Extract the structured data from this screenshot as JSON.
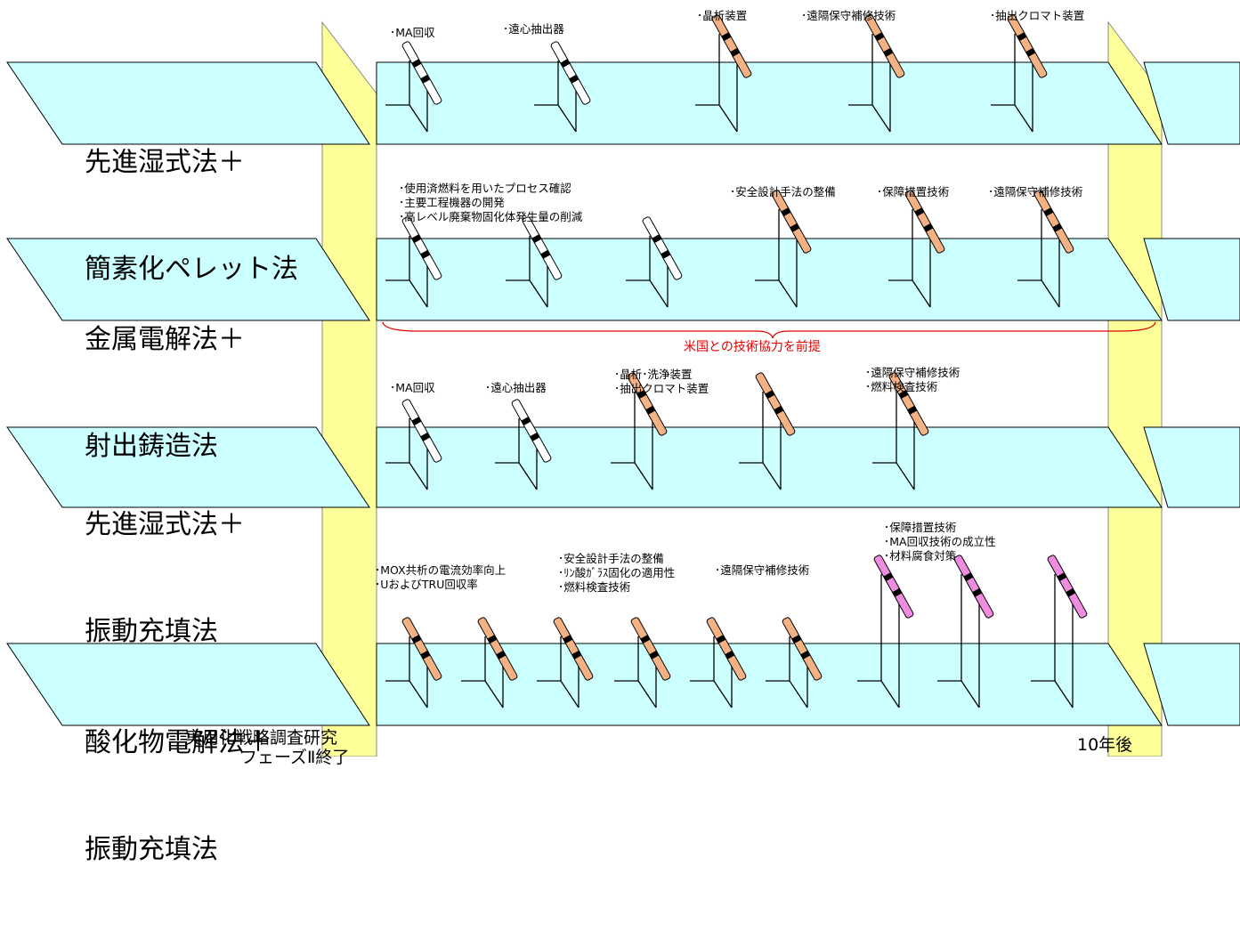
{
  "colors": {
    "lane_fill": "#ccffff",
    "pillar_fill": "#ffff99",
    "bar_white": "#ffffff",
    "bar_orange": "#f4b183",
    "bar_pink": "#f08ce0",
    "cooperation_text": "#e00000"
  },
  "lanes": [
    {
      "title": [
        "先進湿式法＋",
        "簡素化ペレット法"
      ],
      "notes": [
        [
          "･MA回収"
        ],
        [
          "･遠心抽出器"
        ],
        [
          "･晶析装置"
        ],
        [
          "･遠隔保守補修技術"
        ],
        [
          "･抽出クロマト装置"
        ]
      ],
      "hurdles": [
        "white",
        "white",
        "orange",
        "orange",
        "orange"
      ]
    },
    {
      "title": [
        "金属電解法＋",
        "射出鋳造法"
      ],
      "notes": [
        [
          "･使用済燃料を用いたプロセス確認",
          "･主要工程機器の開発",
          "･高レベル廃棄物固化体発生量の削減"
        ],
        [
          "･安全設計手法の整備"
        ],
        [
          "･保障措置技術"
        ],
        [
          "･遠隔保守補修技術"
        ]
      ],
      "hurdles": [
        "white",
        "white",
        "white",
        "orange",
        "orange",
        "orange"
      ],
      "cooperation": "米国との技術協力を前提"
    },
    {
      "title": [
        "先進湿式法＋",
        "振動充填法"
      ],
      "notes": [
        [
          "･MA回収"
        ],
        [
          "･遠心抽出器"
        ],
        [
          "･晶析･洗浄装置",
          "･抽出クロマト装置"
        ],
        [
          "･遠隔保守補修技術",
          "･燃料検査技術"
        ]
      ],
      "hurdles": [
        "white",
        "white",
        "orange",
        "orange",
        "orange"
      ]
    },
    {
      "title": [
        "酸化物電解法＋",
        "振動充填法"
      ],
      "notes": [
        [
          "･MOX共析の電流効率向上",
          "･UおよびTRU回収率"
        ],
        [
          "･安全設計手法の整備",
          "･ﾘﾝ酸ｶﾞﾗｽ固化の適用性",
          "･燃料検査技術"
        ],
        [
          "･遠隔保守補修技術"
        ],
        [
          "･保障措置技術",
          "･MA回収技術の成立性",
          "･材料腐食対策"
        ]
      ],
      "hurdles": [
        "orange",
        "orange",
        "orange",
        "orange",
        "orange",
        "orange",
        "pink",
        "pink",
        "pink"
      ]
    }
  ],
  "footer": {
    "start": [
      "実用化戦略調査研究",
      "フェーズⅡ終了"
    ],
    "end": "10年後"
  }
}
